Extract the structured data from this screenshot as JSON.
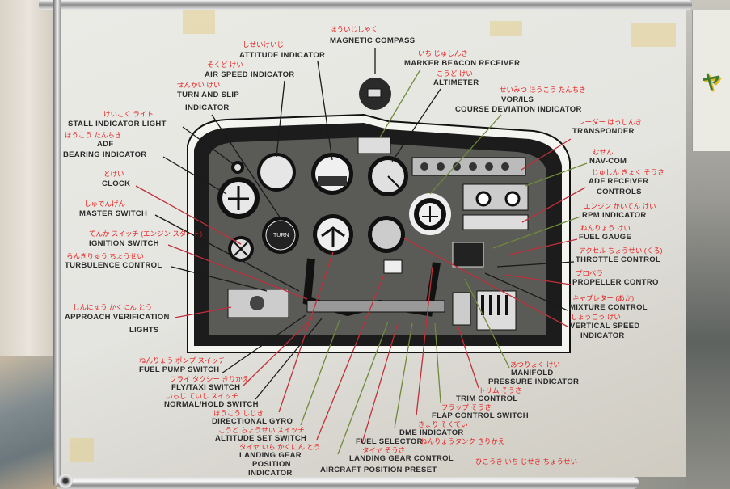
{
  "poster": {
    "magnetic_compass": {
      "en": "MAGNETIC COMPASS",
      "jp": "ほういじしゃく"
    },
    "attitude_indicator": {
      "en": "ATTITUDE INDICATOR",
      "jp": "しせいけいじ"
    },
    "air_speed_indicator": {
      "en": "AIR SPEED INDICATOR",
      "jp": "そくど けい"
    },
    "turn_and_slip": {
      "en1": "TURN AND SLIP",
      "en2": "INDICATOR",
      "jp": "せんかい けい"
    },
    "marker_beacon": {
      "en": "MARKER BEACON RECEIVER",
      "jp": "いち じゅしんき"
    },
    "altimeter": {
      "en": "ALTIMETER",
      "jp": "こうど けい"
    },
    "vor_ils": {
      "en1": "VOR/ILS",
      "en2": "COURSE DEVIATION INDICATOR",
      "jp": "せいみつ ほうこう たんちき"
    },
    "transponder": {
      "en": "TRANSPONDER",
      "jp": "レーダー はっしんき"
    },
    "nav_com": {
      "en": "NAV-COM",
      "jp": "むせん"
    },
    "adf_receiver": {
      "en1": "ADF RECEIVER",
      "en2": "CONTROLS",
      "jp": "じゅしん きょく そうさ"
    },
    "rpm_indicator": {
      "en": "RPM INDICATOR",
      "jp": "エンジン かいてん けい"
    },
    "fuel_gauge": {
      "en": "FUEL GAUGE",
      "jp": "ねんりょう けい"
    },
    "throttle_control": {
      "en": "THROTTLE CONTROL",
      "jp": "アクセル ちょうせい (くろ)"
    },
    "propeller_control": {
      "en": "PROPELLER CONTRO",
      "jp": "プロペラ"
    },
    "mixture_control": {
      "en": "MIXTURE CONTROL",
      "jp": "キャブレター (あか)"
    },
    "vertical_speed": {
      "en1": "VERTICAL SPEED",
      "en2": "INDICATOR",
      "jp": "しょうこう けい"
    },
    "stall_indicator": {
      "en": "STALL INDICATOR LIGHT",
      "jp": "けいこく ライト"
    },
    "adf_bearing": {
      "en1": "ADF",
      "en2": "BEARING INDICATOR",
      "jp": "ほうこう たんちき"
    },
    "clock": {
      "en": "CLOCK",
      "jp": "とけい"
    },
    "master_switch": {
      "en": "MASTER SWITCH",
      "jp": "しゅでんげん"
    },
    "ignition_switch": {
      "en": "IGNITION SWITCH",
      "jp": "てんか スイッチ (エンジン スタート)"
    },
    "turbulence_control": {
      "en": "TURBULENCE CONTROL",
      "jp": "らんきりゅう ちょうせい"
    },
    "approach_lights": {
      "en1": "APPROACH VERIFICATION",
      "en2": "LIGHTS",
      "jp": "しんにゅう かくにん とう"
    },
    "fuel_pump_switch": {
      "en": "FUEL PUMP SWITCH",
      "jp": "ねんりょう ポンプ スイッチ"
    },
    "fly_taxi_switch": {
      "en": "FLY/TAXI SWITCH",
      "jp": "フライ タクシー きりかえ"
    },
    "normal_hold_switch": {
      "en": "NORMAL/HOLD SWITCH",
      "jp": "いちじ ていし スイッチ"
    },
    "directional_gyro": {
      "en": "DIRECTIONAL GYRO",
      "jp": "ほうこう しじき"
    },
    "altitude_set_switch": {
      "en": "ALTITUDE SET SWITCH",
      "jp": "こうど ちょうせい スイッチ"
    },
    "landing_gear_position": {
      "en1": "LANDING GEAR",
      "en2": "POSITION",
      "en3": "INDICATOR",
      "jp": "タイヤ いち かくにん とう"
    },
    "aircraft_position_preset": {
      "en": "AIRCRAFT POSITION PRESET",
      "jp": "ひこうき いち じせき ちょうせい"
    },
    "landing_gear_control": {
      "en": "LANDING GEAR CONTROL",
      "jp": "タイヤ そうさ"
    },
    "fuel_selector": {
      "en": "FUEL SELECTOR",
      "jp": "ねんりょうタンク きりかえ"
    },
    "dme_indicator": {
      "en": "DME INDICATOR",
      "jp": "きょり そくてい"
    },
    "flap_control_switch": {
      "en": "FLAP CONTROL SWITCH",
      "jp": "フラップ そうさ"
    },
    "trim_control": {
      "en": "TRIM CONTROL",
      "jp": "トリム そうさ"
    },
    "manifold_pressure": {
      "en1": "MANIFOLD",
      "en2": "PRESSURE INDICATOR",
      "jp": "あつりょく けい"
    }
  },
  "panel_text": {
    "turn": "TURN"
  },
  "side_sign": {
    "glyph": "ヤ"
  },
  "colors": {
    "label": "#2a2a2a",
    "japanese": "#e5201e",
    "pointer_black": "#1a1a1a",
    "pointer_red": "#c0303a",
    "pointer_green": "#6f8a3a"
  }
}
